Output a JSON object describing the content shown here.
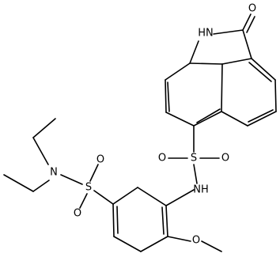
{
  "molecule": {
    "atoms": {
      "ketone_oxygen": "O",
      "lactam_nh": "HN",
      "sulfonamide_nh": "NH",
      "sulfonyl_1_s": "S",
      "sulfonyl_1_o_left": "O",
      "sulfonyl_1_o_right": "O",
      "sulfonyl_2_s": "S",
      "sulfonyl_2_o_top": "O",
      "sulfonyl_2_o_bottom": "O",
      "diethylamine_n": "N",
      "methoxy_o": "O"
    },
    "colors": {
      "ink": "#000000",
      "background": "#ffffff"
    }
  }
}
